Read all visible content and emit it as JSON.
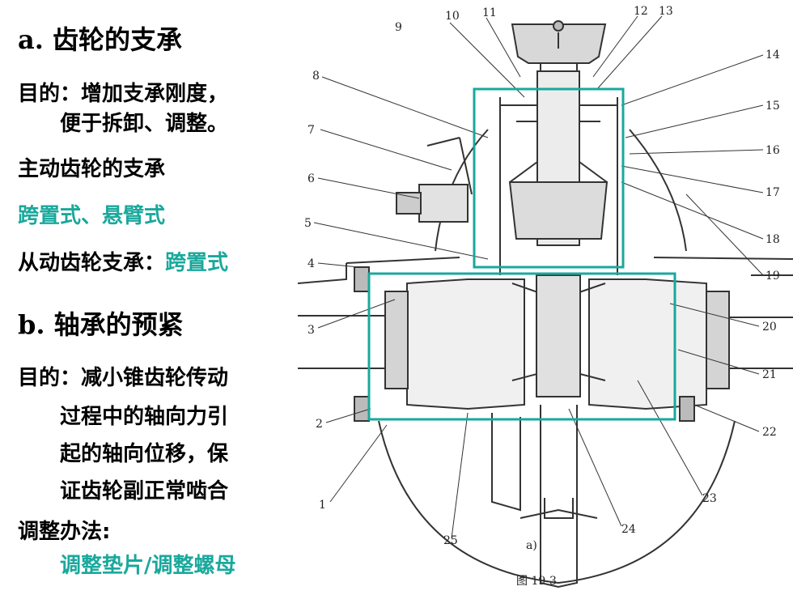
{
  "text_panel": {
    "section_a": {
      "label": "a.",
      "title": "齿轮的支承"
    },
    "purpose_a": {
      "label": "目的：",
      "line1": "增加支承刚度，",
      "line2": "便于拆卸、调整。"
    },
    "driving_gear": "主动齿轮的支承",
    "driving_types": "跨置式、悬臂式",
    "driven_gear": {
      "label": "从动齿轮支承：",
      "value": "跨置式"
    },
    "section_b": {
      "label": "b.",
      "title": "轴承的预紧"
    },
    "purpose_b": {
      "label": "目的：",
      "line1": "减小锥齿轮传动",
      "line2": "过程中的轴向力引",
      "line3": "起的轴向位移，保",
      "line4": "证齿轮副正常啮合"
    },
    "method": {
      "label": "调整办法:",
      "value": "调整垫片/调整螺母"
    }
  },
  "figure": {
    "callouts": [
      "1",
      "2",
      "3",
      "4",
      "5",
      "6",
      "7",
      "8",
      "9",
      "10",
      "11",
      "12",
      "13",
      "14",
      "15",
      "16",
      "17",
      "18",
      "19",
      "20",
      "21",
      "22",
      "23",
      "24",
      "25"
    ],
    "sub_label": "a)",
    "caption": "图  19-3"
  },
  "colors": {
    "accent": "#1aa89c",
    "text": "#000000",
    "drawing": "#333333",
    "box": "#1aa89c"
  }
}
